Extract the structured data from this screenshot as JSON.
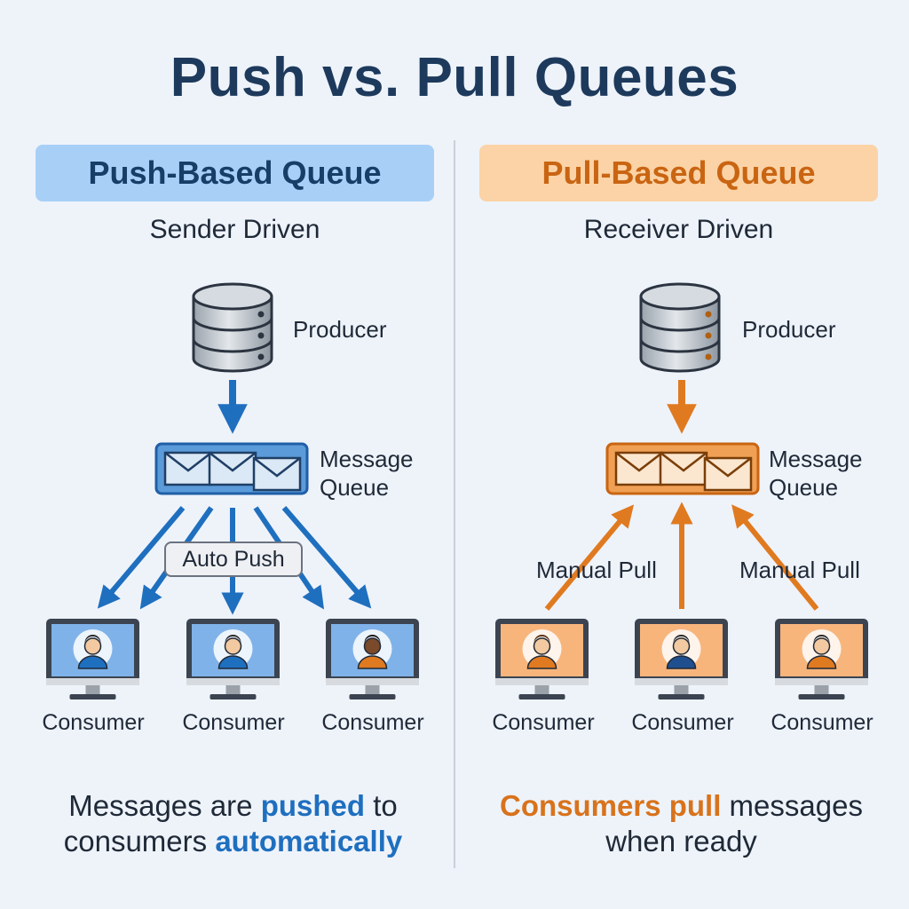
{
  "title": "Push vs. Pull Queues",
  "push": {
    "header": "Push-Based Queue",
    "subtitle": "Sender Driven",
    "producer_label": "Producer",
    "queue_label_line1": "Message",
    "queue_label_line2": "Queue",
    "tag": "Auto Push",
    "consumers": [
      "Consumer",
      "Consumer",
      "Consumer"
    ],
    "bottom_prefix": "Messages are ",
    "bottom_hl1": "pushed",
    "bottom_mid": " to",
    "bottom_line2_prefix": "consumers ",
    "bottom_hl2": "automatically",
    "color": "#1f6fbf"
  },
  "pull": {
    "header": "Pull-Based Queue",
    "subtitle": "Receiver Driven",
    "producer_label": "Producer",
    "queue_label_line1": "Message",
    "queue_label_line2": "Queue",
    "left_tag": "Manual Pull",
    "right_tag": "Manual Pull",
    "consumers": [
      "Consumer",
      "Consumer",
      "Consumer"
    ],
    "bottom_hl": "Consumers pull",
    "bottom_suffix": " messages",
    "bottom_line2": "when ready",
    "color": "#e07a20"
  }
}
